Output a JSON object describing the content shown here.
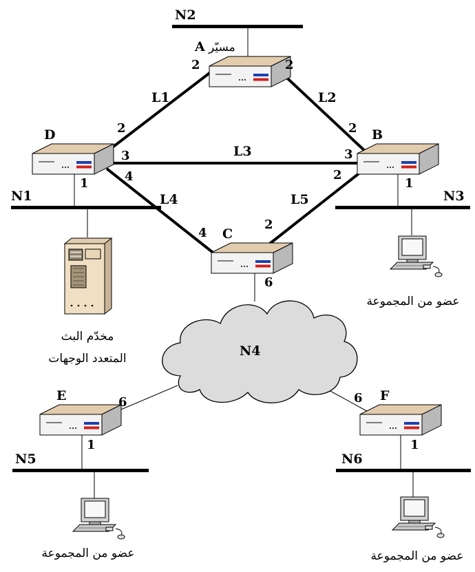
{
  "networks": {
    "n1": "N1",
    "n2": "N2",
    "n3": "N3",
    "n4": "N4",
    "n5": "N5",
    "n6": "N6"
  },
  "routers": {
    "a": "A",
    "b": "B",
    "c": "C",
    "d": "D",
    "e": "E",
    "f": "F"
  },
  "router_a_caption": "مسيّر",
  "links": {
    "l1": "L1",
    "l2": "L2",
    "l3": "L3",
    "l4": "L4",
    "l5": "L5"
  },
  "ports": {
    "a_left": "2",
    "a_right": "2",
    "d_l1": "2",
    "d_l3": "3",
    "d_l4": "4",
    "d_n1": "1",
    "b_l2": "2",
    "b_l3": "3",
    "b_l5": "2",
    "b_n3": "1",
    "c_l4": "4",
    "c_l5": "2",
    "c_n4": "6",
    "e_n4": "6",
    "e_n5": "1",
    "f_n4": "6",
    "f_n6": "1"
  },
  "server_caption": {
    "line1": "مخدّم البث",
    "line2": "المتعدد الوجهات"
  },
  "member_caption": "عضو من المجموعة"
}
